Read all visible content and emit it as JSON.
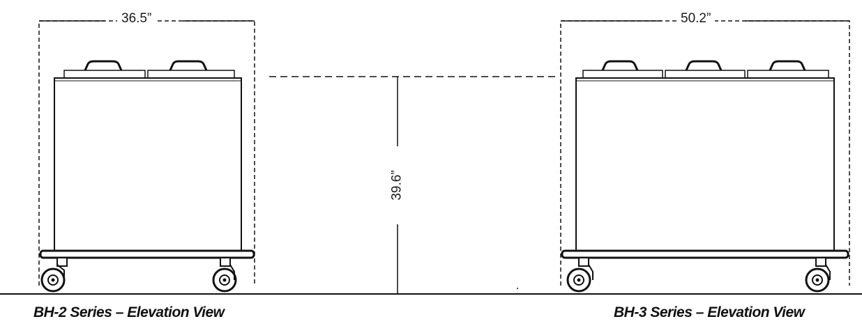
{
  "dimensions": {
    "bh2_width": "36.5”",
    "bh3_width": "50.2”",
    "height": "39.6”"
  },
  "captions": {
    "bh2": "BH-2 Series – Elevation View",
    "bh3": "BH-3 Series – Elevation View"
  },
  "colors": {
    "line": "#111111",
    "body_fill": "#ffffff"
  }
}
